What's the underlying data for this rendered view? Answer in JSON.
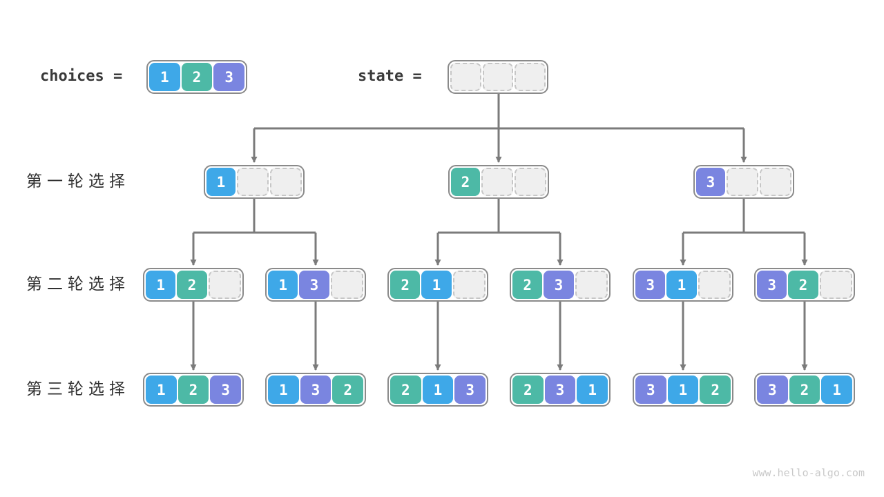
{
  "diagram": {
    "title_semantics": "permutation backtracking tree",
    "choices_label": "choices =",
    "state_label": "state =",
    "row_labels": [
      "第一轮选择",
      "第二轮选择",
      "第三轮选择"
    ],
    "watermark": "www.hello-algo.com",
    "choices": [
      1,
      2,
      3
    ],
    "state": [
      null,
      null,
      null
    ],
    "rows": [
      {
        "nodes": [
          [
            1,
            null,
            null
          ],
          [
            2,
            null,
            null
          ],
          [
            3,
            null,
            null
          ]
        ]
      },
      {
        "nodes": [
          [
            1,
            2,
            null
          ],
          [
            1,
            3,
            null
          ],
          [
            2,
            1,
            null
          ],
          [
            2,
            3,
            null
          ],
          [
            3,
            1,
            null
          ],
          [
            3,
            2,
            null
          ]
        ]
      },
      {
        "nodes": [
          [
            1,
            2,
            3
          ],
          [
            1,
            3,
            2
          ],
          [
            2,
            1,
            3
          ],
          [
            2,
            3,
            1
          ],
          [
            3,
            1,
            2
          ],
          [
            3,
            2,
            1
          ]
        ]
      }
    ],
    "colors": {
      "1": "#3EA8E8",
      "2": "#4DB9A6",
      "3": "#7A85E0",
      "empty_fill": "#efefef",
      "empty_border": "#c6c6c6",
      "container_border": "#8a8a8a",
      "arrow": "#7b7b7b",
      "text": "#303030",
      "background": "#ffffff"
    }
  }
}
